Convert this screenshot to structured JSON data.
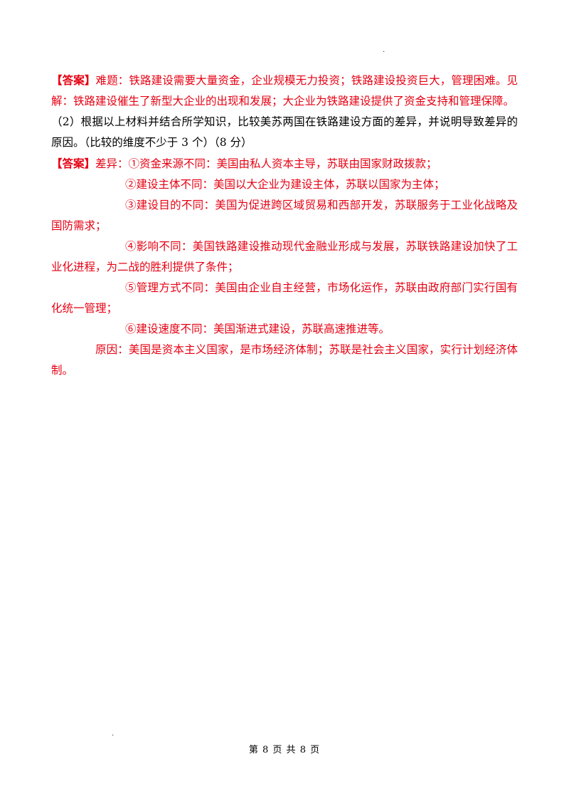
{
  "header_mark": ".",
  "footer_mark": ".",
  "answer1": {
    "tag": "【答案】",
    "text": "难题：铁路建设需要大量资金，企业规模无力投资；铁路建设投资巨大，管理困难。见解：铁路建设催生了新型大企业的出现和发展；大企业为铁路建设提供了资金支持和管理保障。"
  },
  "question2": {
    "text": "（2）根据以上材料并结合所学知识，比较美苏两国在铁路建设方面的差异，并说明导致差异的原因。（比较的维度不少于 3 个）（8 分）"
  },
  "answer2": {
    "tag": "【答案】",
    "diff_label": "差异：",
    "items": [
      "①资金来源不同：美国由私人资本主导，苏联由国家财政拨款；",
      "②建设主体不同：美国以大企业为建设主体，苏联以国家为主体；",
      "③建设目的不同：美国为促进跨区域贸易和西部开发，苏联服务于工业化战略及国防需求；",
      "④影响不同：美国铁路建设推动现代金融业形成与发展，苏联铁路建设加快了工业化进程，为二战的胜利提供了条件；",
      "⑤管理方式不同：美国由企业自主经营，市场化运作，苏联由政府部门实行国有化统一管理；",
      "⑥建设速度不同：美国渐进式建设，苏联高速推进等。"
    ],
    "reason": "原因：美国是资本主义国家，是市场经济体制；苏联是社会主义国家，实行计划经济体制。"
  },
  "footer": {
    "page_text": "第 8 页 共 8 页"
  }
}
